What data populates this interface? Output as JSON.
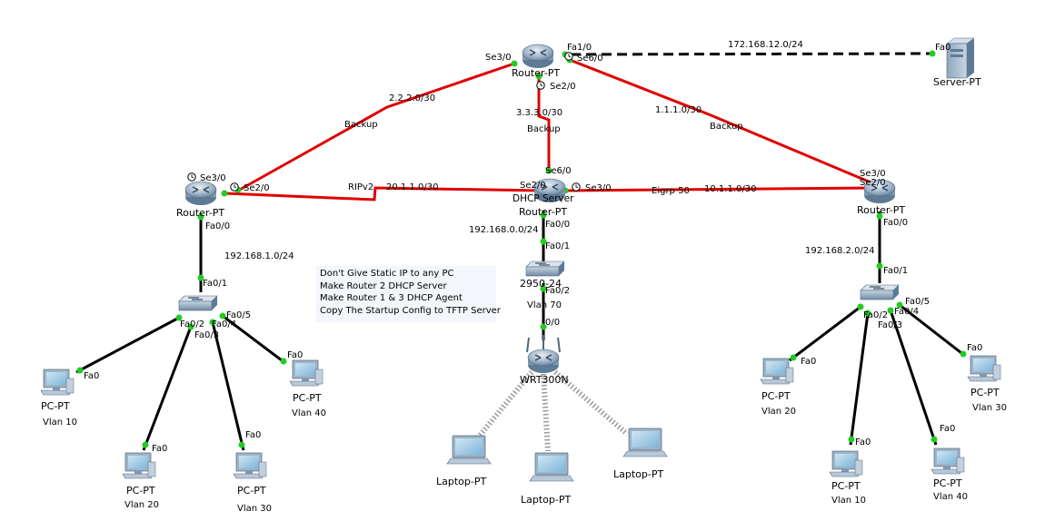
{
  "devices": {
    "router_top": "Router-PT",
    "router_left": "Router-PT",
    "router_mid": "Router-PT",
    "router_mid_role": "DHCP Server",
    "router_right": "Router-PT",
    "server": "Server-PT",
    "switch_mid": "2950-24",
    "wireless": "WRT300N",
    "pc": "PC-PT",
    "laptop": "Laptop-PT"
  },
  "ports": {
    "top_se3": "Se3/0",
    "top_fa1": "Fa1/0",
    "top_se6": "Se6/0",
    "top_se2": "Se2/0",
    "server_fa0": "Fa0",
    "left_se3": "Se3/0",
    "left_se2": "Se2/0",
    "left_fa00": "Fa0/0",
    "mid_se6": "Se6/0",
    "mid_se2": "Se2/0",
    "mid_se3": "Se3/0",
    "mid_fa00": "Fa0/0",
    "right_se3": "Se3/0",
    "right_se2": "Se2/0",
    "right_fa00": "Fa0/0",
    "lsw_fa01": "Fa0/1",
    "lsw_fa02": "Fa0/2",
    "lsw_fa03": "Fa0/3",
    "lsw_fa04": "Fa0/4",
    "lsw_fa05": "Fa0/5",
    "msw_fa01": "Fa0/1",
    "msw_fa02": "Fa0/2",
    "rsw_fa01": "Fa0/1",
    "rsw_fa02": "Fa0/2",
    "rsw_fa03": "Fa0/3",
    "rsw_fa04": "Fa0/4",
    "rsw_fa05": "Fa0/5",
    "wrt_port": "0/0",
    "pc_fa0": "Fa0"
  },
  "networks": {
    "server_net": "172.168.12.0/24",
    "top_left": "2.2.2.0/30",
    "top_mid": "3.3.3.0/30",
    "top_right": "1.1.1.0/30",
    "left_mid": "20.1.1.0/30",
    "mid_right": "10.1.1.0/30",
    "lan_left": "192.168.1.0/24",
    "lan_mid": "192.168.0.0/24",
    "lan_right": "192.168.2.0/24"
  },
  "link_labels": {
    "backup": "Backup",
    "ripv2": "RIPv2",
    "eigrp": "Eigrp 50"
  },
  "vlans": {
    "v10": "Vlan 10",
    "v20": "Vlan 20",
    "v30": "Vlan 30",
    "v40": "Vlan 40",
    "v70": "Vlan 70"
  },
  "notes": [
    "Don't Give Static IP to any PC",
    "Make Router 2 DHCP Server",
    "Make Router 1 & 3 DHCP Agent",
    "Copy The Startup Config to TFTP Server"
  ],
  "colors": {
    "wan_link": "#e00000",
    "lan_link": "#000000",
    "port_up": "#22cc22",
    "device_blue": "#7f9bb5"
  }
}
